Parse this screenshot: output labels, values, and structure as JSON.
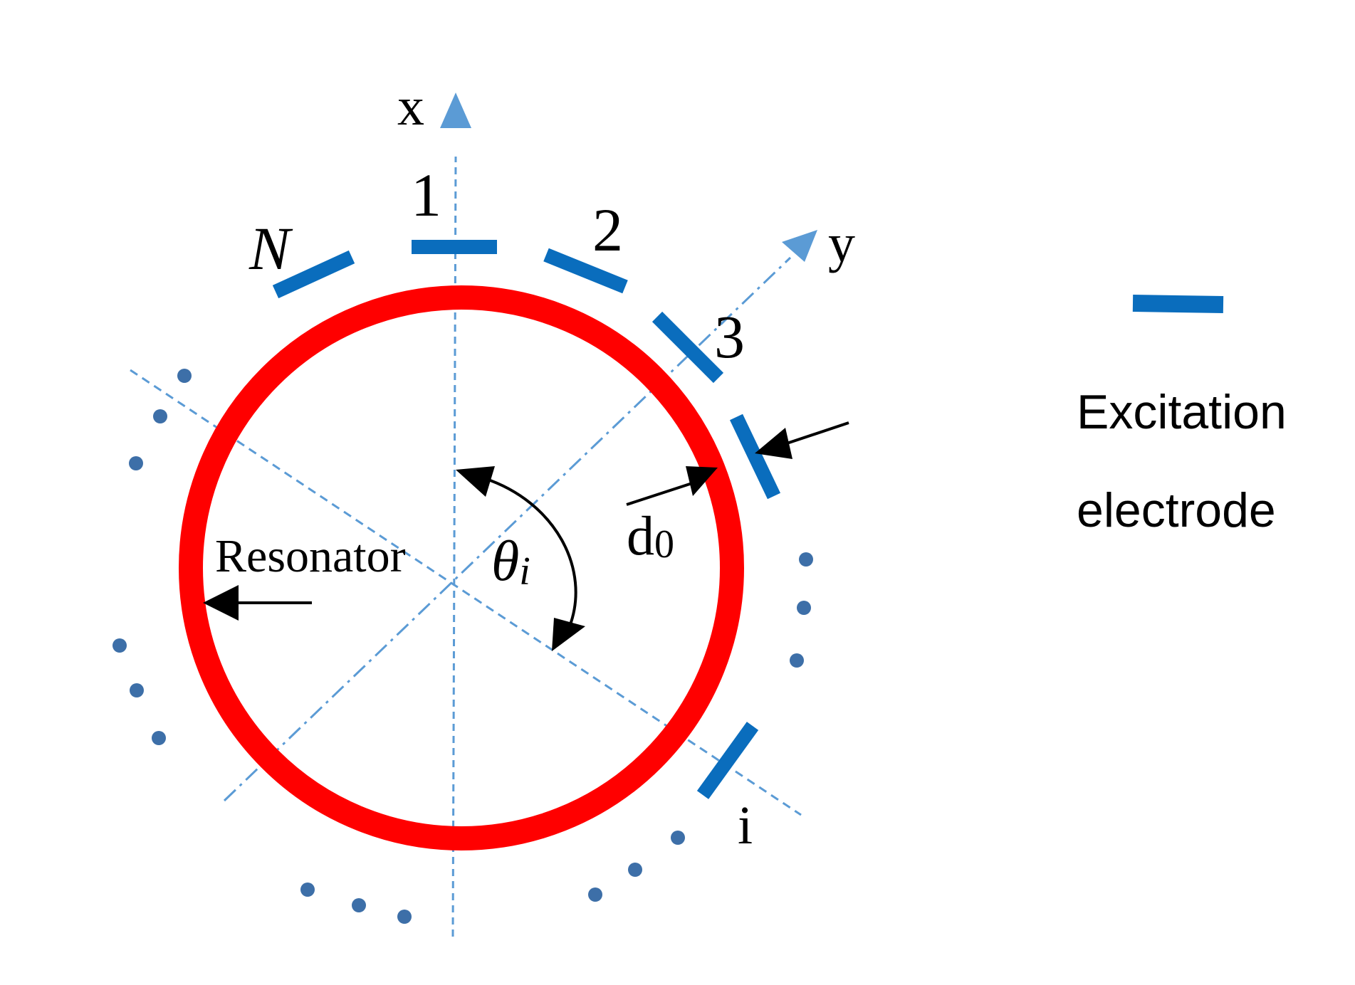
{
  "colors": {
    "resonator": "#ff0000",
    "electrode": "#0a6dbd",
    "axis": "#5b9bd5",
    "dot": "#3d6fa8",
    "arrow": "#000000"
  },
  "labels": {
    "axis_x": "x",
    "axis_y": "y",
    "electrode_1": "1",
    "electrode_2": "2",
    "electrode_3": "3",
    "electrode_n": "N",
    "electrode_i": "i",
    "gap": "d",
    "gap_subscript": "0",
    "angle": "θ",
    "angle_subscript": "i",
    "resonator": "Resonator",
    "legend_line1": "Excitation",
    "legend_line2": "electrode"
  },
  "icons": {
    "ellipsis_dots": "dot",
    "electrode": "bar"
  }
}
